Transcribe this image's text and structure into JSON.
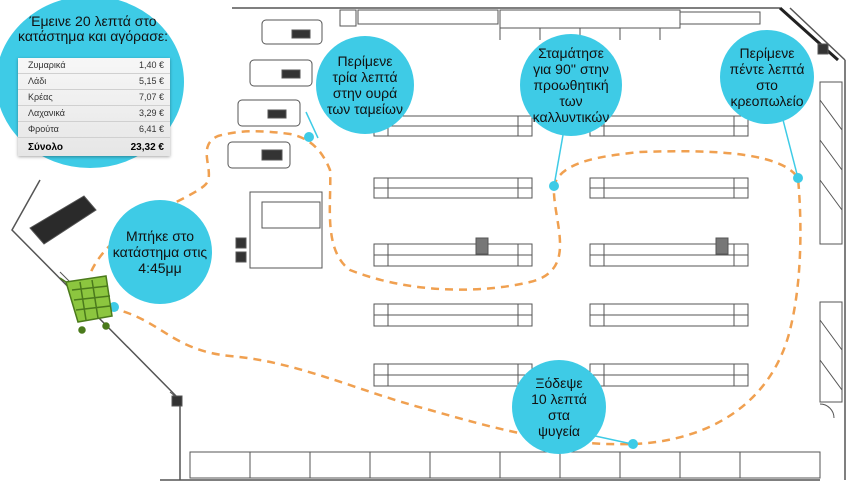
{
  "receipt": {
    "title": "Έμεινε 20 λεπτά στο\nκατάστημα και αγόρασε:",
    "items": [
      {
        "name": "Ζυμαρικά",
        "price": "1,40 €"
      },
      {
        "name": "Λάδι",
        "price": "5,15 €"
      },
      {
        "name": "Κρέας",
        "price": "7,07 €"
      },
      {
        "name": "Λαχανικά",
        "price": "3,29 €"
      },
      {
        "name": "Φρούτα",
        "price": "6,41 €"
      }
    ],
    "total_label": "Σύνολο",
    "total_value": "23,32 €"
  },
  "annotations": {
    "entered": "Μπήκε στο\nκατάστημα στις\n4:45μμ",
    "checkout": "Περίμενε\nτρία λεπτά\nστην ουρά\nτων ταμείων",
    "cosmetics": "Σταμάτησε\nγια 90'' στην\nπροωθητική των\nκαλλυντικών",
    "butcher": "Περίμενε\nπέντε λεπτά\nστο\nκρεοπωλείο",
    "fridges": "Ξόδεψε\n10 λεπτά\nστα\nψυγεία"
  },
  "colors": {
    "bubble": "#3ecbe6",
    "path": "#f0a050",
    "cart": "#8cc63f",
    "floor_lines": "#555555"
  }
}
